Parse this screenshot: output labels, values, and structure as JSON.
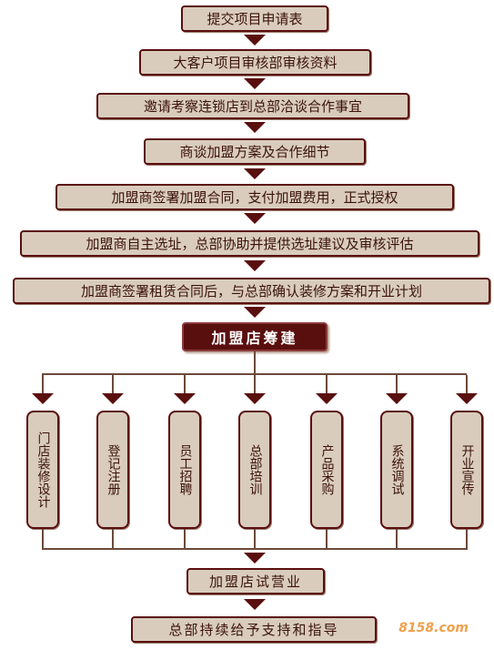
{
  "steps": [
    "提交项目申请表",
    "大客户项目审核部审核资料",
    "邀请考察连锁店到总部洽谈合作事宜",
    "商谈加盟方案及合作细节",
    "加盟商签署加盟合同，支付加盟费用，正式授权",
    "加盟商自主选址，总部协助并提供选址建议及审核评估",
    "加盟商签署租赁合同后，与总部确认装修方案和开业计划"
  ],
  "hub": "加盟店筹建",
  "branches": [
    "门店装修设计",
    "登记注册",
    "员工招聘",
    "总部培训",
    "产品采购",
    "系统调试",
    "开业宣传"
  ],
  "final_steps": [
    "加盟店试营业",
    "总部持续给予支持和指导"
  ],
  "watermark": "8158.com",
  "colors": {
    "border": "#5a0f0f",
    "fill": "#d9ccbd",
    "text": "#3b1208"
  }
}
